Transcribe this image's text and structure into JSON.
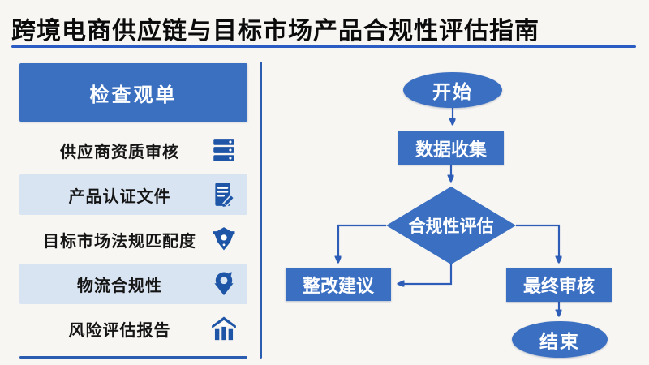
{
  "title": "跨境电商供应链与目标市场产品合规性评估指南",
  "colors": {
    "node_blue": "#3a6fc2",
    "header_blue": "#3b70c1",
    "icon_navy": "#1e55a6",
    "row_light_blue": "#d9e4f2",
    "divider_blue": "#2a5cb0",
    "underline_blue": "#2a5cc4",
    "connector_blue": "#2e5db8",
    "background": "#f8f6f2"
  },
  "checklist": {
    "header": "检查观单",
    "items": [
      {
        "label": "供应商资质审核",
        "icon": "server-icon",
        "highlighted": false
      },
      {
        "label": "产品认证文件",
        "icon": "document-edit-icon",
        "highlighted": true
      },
      {
        "label": "目标市场法规匹配度",
        "icon": "pen-nib-icon",
        "highlighted": false
      },
      {
        "label": "物流合规性",
        "icon": "location-pin-icon",
        "highlighted": true
      },
      {
        "label": "风险评估报告",
        "icon": "warehouse-chart-icon",
        "highlighted": false
      }
    ]
  },
  "flowchart": {
    "nodes": [
      {
        "id": "start",
        "label": "开始",
        "shape": "ellipse"
      },
      {
        "id": "collect",
        "label": "数据收集",
        "shape": "rect"
      },
      {
        "id": "assess",
        "label": "合规性评估",
        "shape": "diamond"
      },
      {
        "id": "rectify",
        "label": "整改建议",
        "shape": "rect"
      },
      {
        "id": "final",
        "label": "最终审核",
        "shape": "rect"
      },
      {
        "id": "end",
        "label": "结束",
        "shape": "ellipse"
      }
    ],
    "edges": [
      {
        "from": "start",
        "to": "collect",
        "route": "straight-down"
      },
      {
        "from": "collect",
        "to": "assess",
        "route": "straight-down"
      },
      {
        "from": "assess",
        "to": "rectify",
        "route": "left-then-down"
      },
      {
        "from": "assess",
        "to": "rectify",
        "route": "down-then-left"
      },
      {
        "from": "assess",
        "to": "final",
        "route": "right-then-down"
      },
      {
        "from": "final",
        "to": "end",
        "route": "straight-down"
      }
    ]
  }
}
